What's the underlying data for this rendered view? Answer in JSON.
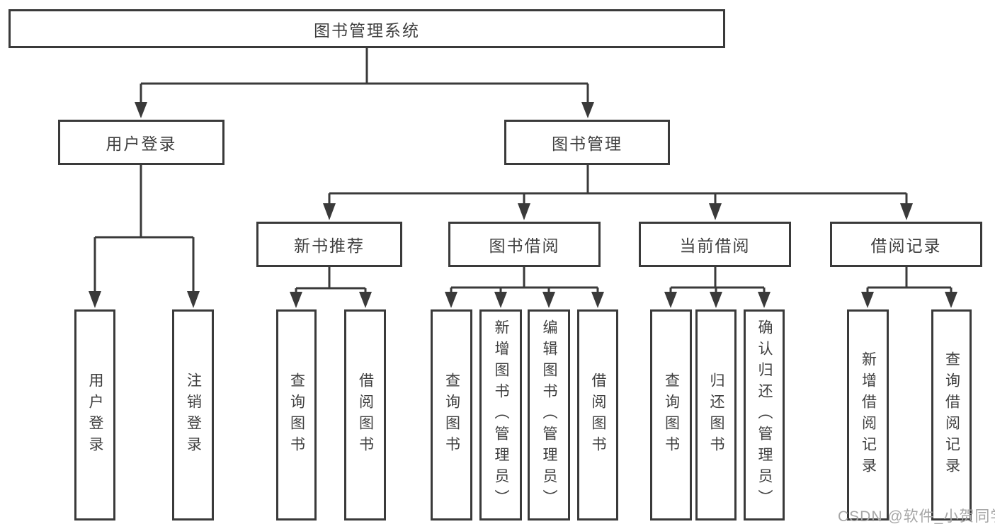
{
  "diagram": {
    "title": "图书管理系统",
    "type": "functional-structure-tree",
    "colors": {
      "line": "#3a3a3a",
      "box_border": "#3a3a3a",
      "box_fill": "#ffffff",
      "text": "#3f3f3f",
      "watermark": "#a6a6a6",
      "background": "#ffffff"
    }
  },
  "nodes": {
    "root": "图书管理系统",
    "l2": [
      "用户登录",
      "图书管理"
    ],
    "l3": [
      "新书推荐",
      "图书借阅",
      "当前借阅",
      "借阅记录"
    ],
    "l4": [
      "用户登录",
      "注销登录",
      "查询图书",
      "借阅图书",
      "查询图书",
      "新增图书（管理员）",
      "编辑图书（管理员）",
      "借阅图书",
      "查询图书",
      "归还图书",
      "确认归还（管理员）",
      "新增借阅记录",
      "查询借阅记录"
    ]
  },
  "tree": {
    "root": "图书管理系统",
    "children": [
      {
        "label": "用户登录",
        "children": [
          "用户登录",
          "注销登录"
        ]
      },
      {
        "label": "图书管理",
        "children": [
          {
            "label": "新书推荐",
            "children": [
              "查询图书",
              "借阅图书"
            ]
          },
          {
            "label": "图书借阅",
            "children": [
              "查询图书",
              "新增图书（管理员）",
              "编辑图书（管理员）",
              "借阅图书"
            ]
          },
          {
            "label": "当前借阅",
            "children": [
              "查询图书",
              "归还图书",
              "确认归还（管理员）"
            ]
          },
          {
            "label": "借阅记录",
            "children": [
              "新增借阅记录",
              "查询借阅记录"
            ]
          }
        ]
      }
    ]
  },
  "watermark": "CSDN @软件_小贺同学"
}
